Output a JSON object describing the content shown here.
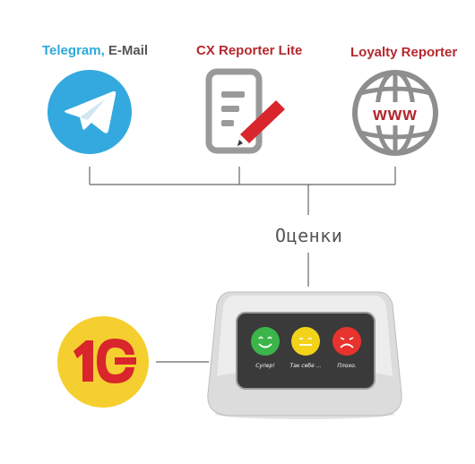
{
  "sources": {
    "telegram_label": "Telegram,",
    "email_label": " E-Mail",
    "cx_label": "CX Reporter Lite",
    "loyalty_label": "Loyalty Reporter",
    "www_text": "www"
  },
  "caption": "Оценки",
  "device": {
    "buttons": [
      {
        "label": "Супер!",
        "color": "#3bb54a"
      },
      {
        "label": "Так себе ...",
        "color": "#f2d31a"
      },
      {
        "label": "Плохо.",
        "color": "#e8322d"
      }
    ]
  },
  "onec": {
    "logo_color": "#f5cf2f",
    "mark_color": "#d8262c"
  },
  "colors": {
    "telegram": "#34a9df",
    "line": "#666666",
    "accent_red": "#b3292e"
  }
}
